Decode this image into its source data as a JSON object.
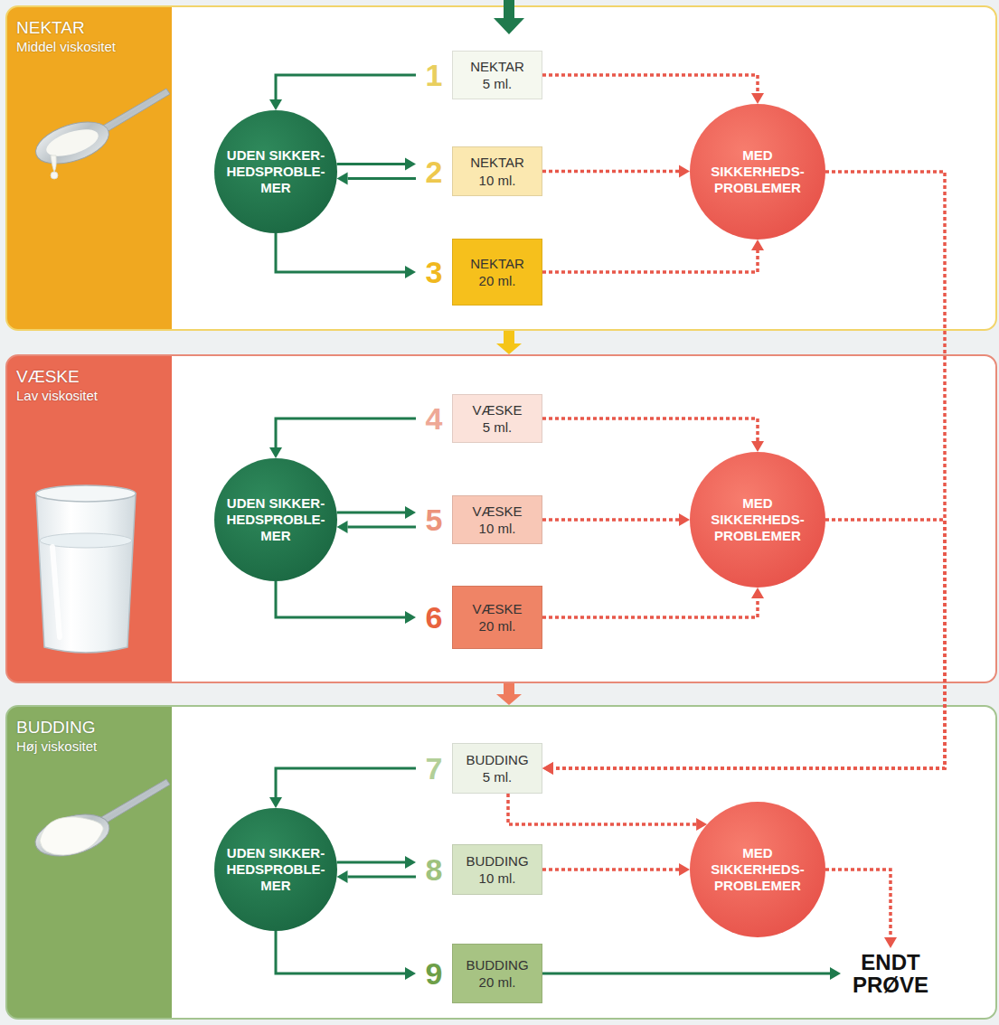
{
  "diagram": {
    "nodes": [
      {
        "text": [
          "NEKTAR",
          "Middel viskositet"
        ]
      },
      {
        "text": [
          "1",
          "NEKTAR 5 ml."
        ],
        "in": 0
      },
      {
        "text": [
          "UDEN SIKKER- HEDSPROBLE- MER"
        ],
        "in": 0
      },
      {
        "text": [
          "2",
          "NEKTAR 10 ml."
        ],
        "in": 0
      },
      {
        "text": [
          "MED SIKKERHEDS- PROBLEMER"
        ],
        "in": 0
      },
      {
        "text": [
          "3",
          "NEKTAR 20 ml."
        ],
        "in": 0
      },
      {
        "text": [
          "VÆSKE",
          "Lav viskositet"
        ]
      },
      {
        "text": [
          "4",
          "VÆSKE 5 ml."
        ],
        "in": 6
      },
      {
        "text": [
          "UDEN SIKKER- HEDSPROBLE- MER"
        ],
        "in": 6
      },
      {
        "text": [
          "5",
          "VÆSKE 10 ml."
        ],
        "in": 6
      },
      {
        "text": [
          "MED SIKKERHEDS- PROBLEMER"
        ],
        "in": 6
      },
      {
        "text": [
          "6",
          "VÆSKE 20 ml."
        ],
        "in": 6
      },
      {
        "text": [
          "BUDDING",
          "Høj viskositet"
        ]
      },
      {
        "text": [
          "7",
          "BUDDING 5 ml."
        ],
        "in": 12
      },
      {
        "text": [
          "UDEN SIKKER- HEDSPROBLE- MER"
        ],
        "in": 12
      },
      {
        "text": [
          "8",
          "BUDDING 10 ml."
        ],
        "in": 12
      },
      {
        "text": [
          "MED SIKKERHEDS- PROBLEMER"
        ],
        "in": 12
      },
      {
        "text": [
          "9",
          "BUDDING 20 ml."
        ],
        "in": 12
      },
      {
        "text": [
          "ENDT PRØVE"
        ],
        "in": 12
      }
    ],
    "edges": [
      {
        "from": 1,
        "to": 2,
        "arrow": "to"
      },
      {
        "from": 2,
        "to": 3,
        "arrow": "to"
      },
      {
        "from": 3,
        "to": 2,
        "arrow": "to"
      },
      {
        "from": 2,
        "to": 5,
        "arrow": "to"
      },
      {
        "from": 1,
        "to": 4,
        "arrow": "to"
      },
      {
        "from": 3,
        "to": 4,
        "arrow": "to"
      },
      {
        "from": 5,
        "to": 4,
        "arrow": "to"
      },
      {
        "from": 4,
        "to": 13,
        "arrow": "to"
      },
      {
        "from": 0,
        "to": 6,
        "arrow": "to"
      },
      {
        "from": 7,
        "to": 8,
        "arrow": "to"
      },
      {
        "from": 8,
        "to": 9,
        "arrow": "to"
      },
      {
        "from": 9,
        "to": 8,
        "arrow": "to"
      },
      {
        "from": 8,
        "to": 11,
        "arrow": "to"
      },
      {
        "from": 7,
        "to": 10,
        "arrow": "to"
      },
      {
        "from": 9,
        "to": 10,
        "arrow": "to"
      },
      {
        "from": 11,
        "to": 10,
        "arrow": "to"
      },
      {
        "from": 10,
        "to": 13,
        "arrow": "to"
      },
      {
        "from": 6,
        "to": 12,
        "arrow": "to"
      },
      {
        "from": 13,
        "to": 14,
        "arrow": "to"
      },
      {
        "from": 14,
        "to": 15,
        "arrow": "to"
      },
      {
        "from": 15,
        "to": 14,
        "arrow": "to"
      },
      {
        "from": 14,
        "to": 17,
        "arrow": "to"
      },
      {
        "from": 13,
        "to": 16,
        "arrow": "to"
      },
      {
        "from": 15,
        "to": 16,
        "arrow": "to"
      },
      {
        "from": 16,
        "to": 18,
        "arrow": "to"
      },
      {
        "from": 17,
        "to": 18,
        "arrow": "to"
      }
    ]
  }
}
